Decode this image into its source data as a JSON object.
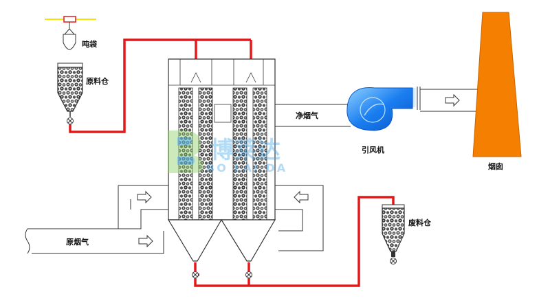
{
  "labels": {
    "hoist": "吨袋",
    "raw_bin_top": "原料仓",
    "clean_gas": "净烟气",
    "fan": "引风机",
    "chimney": "烟囱",
    "raw_gas": "原烟气",
    "waste_bin": "废料仓"
  },
  "watermark": {
    "cn": "博莱达",
    "en": "BO LAI DA"
  },
  "colors": {
    "conveyor": "#e0191b",
    "fan": "#1a7ef0",
    "chimney": "#f57f00",
    "hoist_rail": "#f2e600",
    "watermark": "#4aa8e8"
  }
}
